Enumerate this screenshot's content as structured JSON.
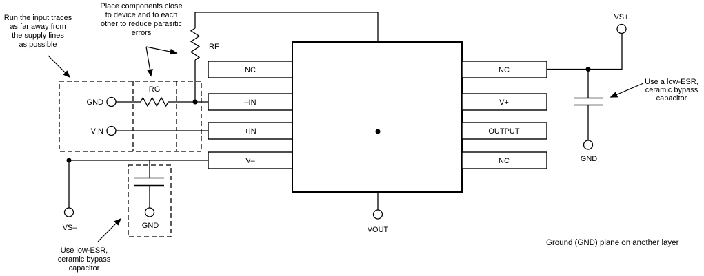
{
  "notes": {
    "input_traces": [
      "Run the input traces",
      "as far away from",
      "the supply lines",
      "as possible"
    ],
    "place_components": [
      "Place components close",
      "to device and to each",
      "other to reduce parasitic",
      "errors"
    ],
    "left_cap": [
      "Use low-ESR,",
      "ceramic bypass",
      "capacitor"
    ],
    "right_cap": [
      "Use a low-ESR,",
      "ceramic bypass",
      "capacitor"
    ],
    "ground_plane": "Ground (GND) plane on another layer"
  },
  "labels": {
    "rf": "RF",
    "rg": "RG",
    "gnd_input": "GND",
    "vin": "VIN",
    "vs_minus": "VS–",
    "gnd_bottom_left": "GND",
    "vout": "VOUT",
    "vs_plus": "VS+",
    "gnd_right": "GND"
  },
  "ic": {
    "left_pins": [
      "NC",
      "–IN",
      "+IN",
      "V–"
    ],
    "right_pins": [
      "NC",
      "V+",
      "OUTPUT",
      "NC"
    ]
  },
  "colors": {
    "line": "#000000",
    "background": "#ffffff",
    "gnd_terminal_fill": "#e8e8e8"
  }
}
